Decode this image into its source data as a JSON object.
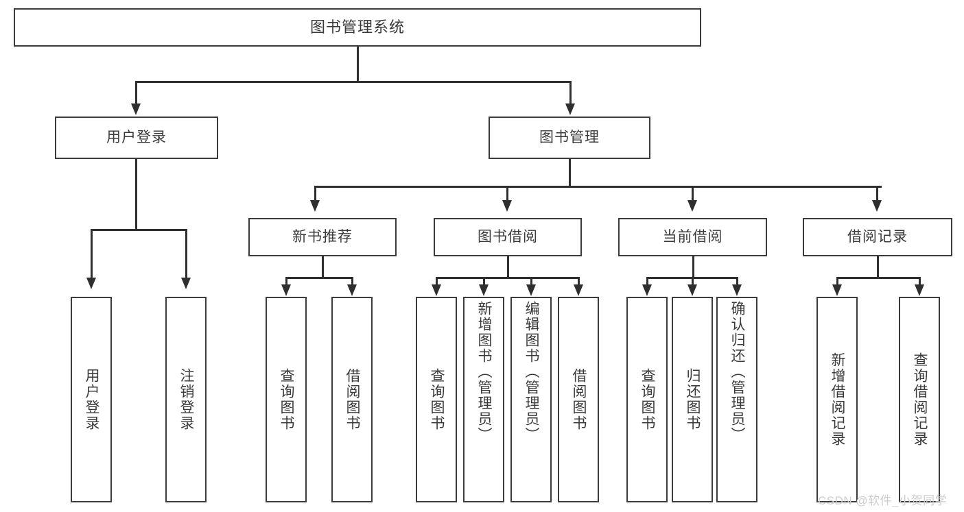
{
  "diagram": {
    "title": "图书管理系统",
    "type": "functional-structure-tree",
    "root": {
      "label": "图书管理系统"
    },
    "level2": [
      {
        "label": "用户登录"
      },
      {
        "label": "图书管理"
      }
    ],
    "level3": [
      {
        "label": "新书推荐",
        "parent": "图书管理"
      },
      {
        "label": "图书借阅",
        "parent": "图书管理"
      },
      {
        "label": "当前借阅",
        "parent": "图书管理"
      },
      {
        "label": "借阅记录",
        "parent": "图书管理"
      }
    ],
    "leaves": {
      "user_login": [
        {
          "label": "用户登录"
        },
        {
          "label": "注销登录"
        }
      ],
      "new_book_recommend": [
        {
          "label": "查询图书"
        },
        {
          "label": "借阅图书"
        }
      ],
      "book_borrow": [
        {
          "label": "查询图书"
        },
        {
          "label": "新增图书（管理员）"
        },
        {
          "label": "编辑图书（管理员）"
        },
        {
          "label": "借阅图书"
        }
      ],
      "current_borrow": [
        {
          "label": "查询图书"
        },
        {
          "label": "归还图书"
        },
        {
          "label": "确认归还（管理员）"
        }
      ],
      "borrow_record": [
        {
          "label": "新增借阅记录"
        },
        {
          "label": "查询借阅记录"
        }
      ]
    }
  },
  "watermark": {
    "text": "CSDN @软件_小贺同学"
  },
  "colors": {
    "box_border": "#3b3b3b",
    "line": "#2f2f2f",
    "text": "#3a3a3a",
    "background": "#ffffff",
    "watermark": "#cdcdcd"
  }
}
